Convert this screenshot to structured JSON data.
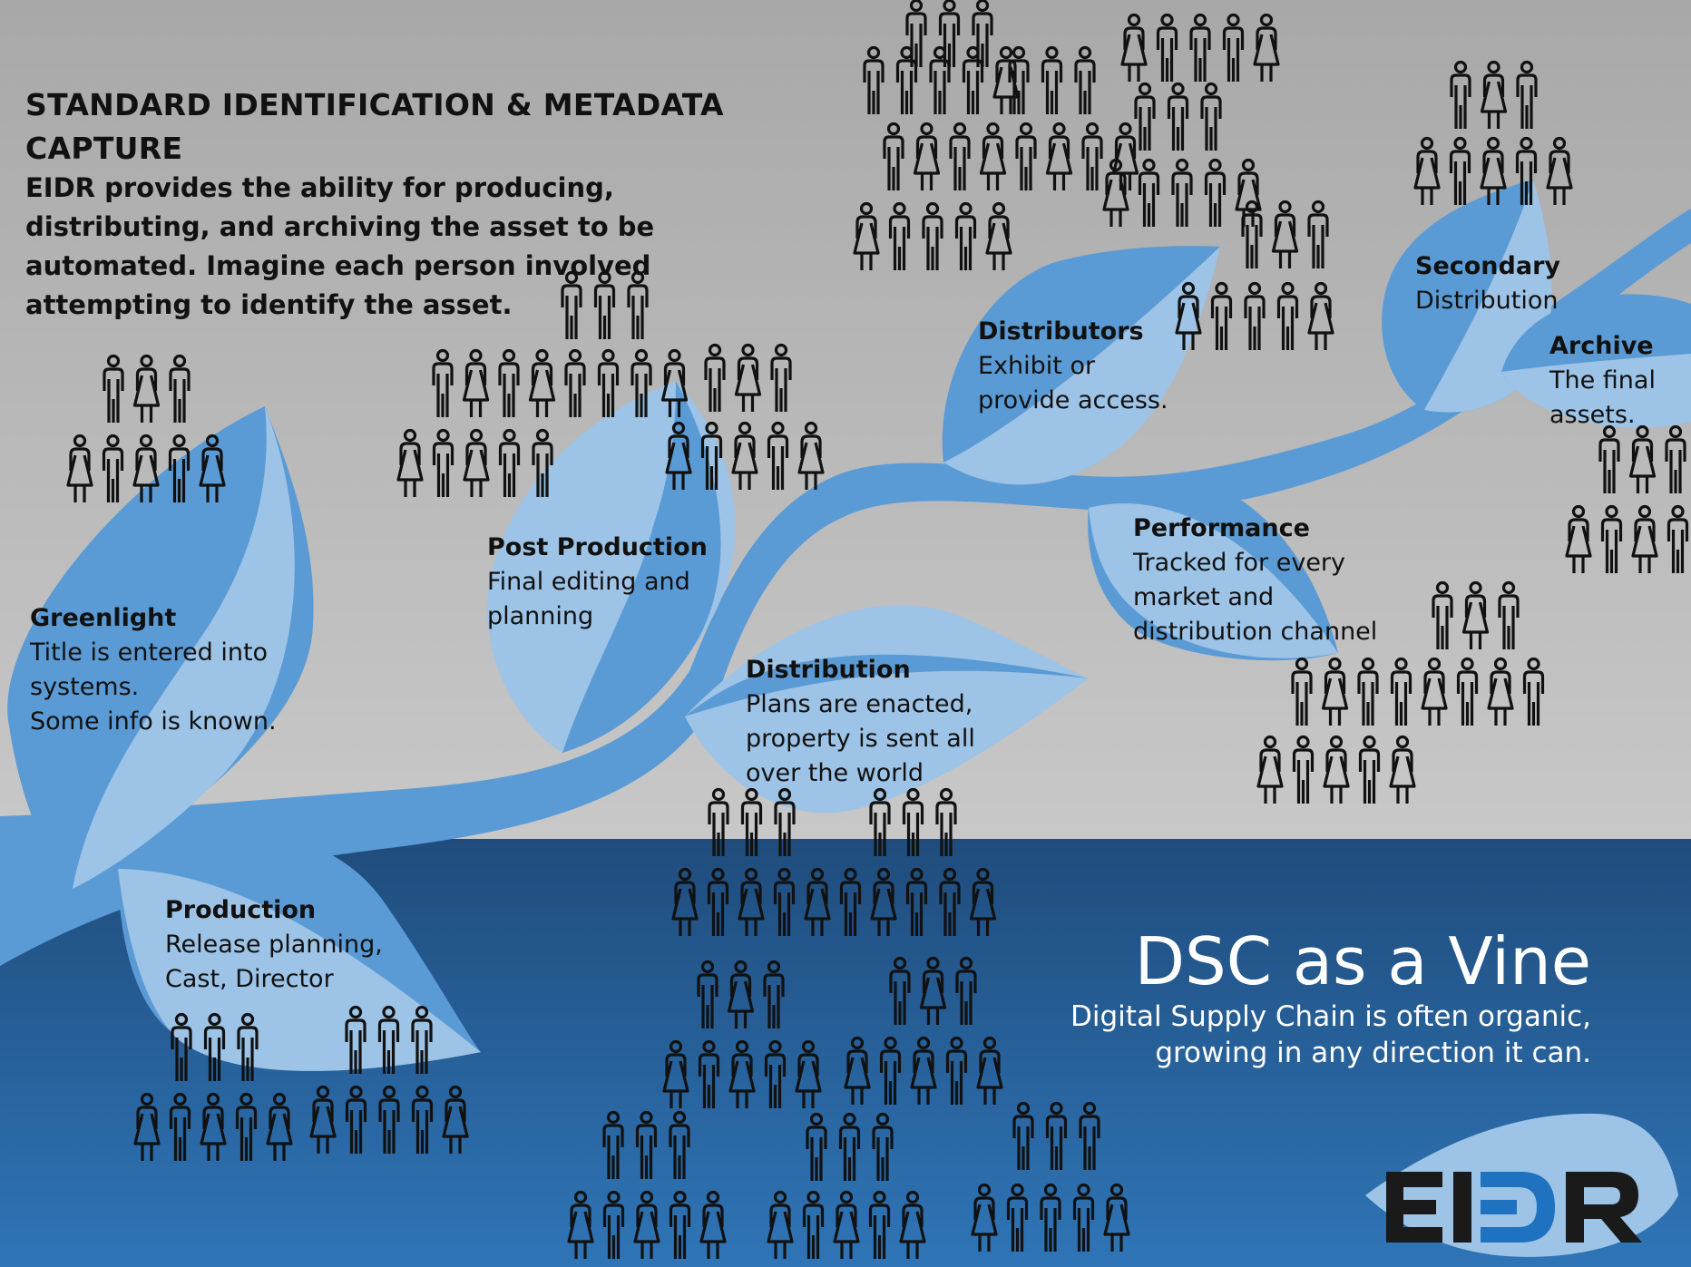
{
  "header": {
    "title": "STANDARD IDENTIFICATION & METADATA CAPTURE",
    "body": "EIDR provides the ability for producing, distributing, and archiving the asset to be automated. Imagine each person involved attempting to identify the asset."
  },
  "stages": [
    {
      "id": "greenlight",
      "title": "Greenlight",
      "desc": "Title is entered into\nsystems.\nSome info is known."
    },
    {
      "id": "production",
      "title": "Production",
      "desc": "Release planning,\nCast, Director"
    },
    {
      "id": "post-production",
      "title": "Post Production",
      "desc": "Final editing and\nplanning"
    },
    {
      "id": "distribution",
      "title": "Distribution",
      "desc": "Plans are enacted,\nproperty is sent all\nover the world"
    },
    {
      "id": "distributors",
      "title": "Distributors",
      "desc": "Exhibit or\nprovide access."
    },
    {
      "id": "performance",
      "title": "Performance",
      "desc": "Tracked for every\nmarket and\ndistribution channel"
    },
    {
      "id": "secondary",
      "title": "Secondary",
      "desc": "Distribution"
    },
    {
      "id": "archive",
      "title": "Archive",
      "desc": "The final\nassets."
    }
  ],
  "tagline": {
    "title": "DSC as a Vine",
    "subtitle": "Digital Supply Chain is often organic, growing in any direction it can."
  },
  "logo": {
    "text": "EIDR"
  },
  "colors": {
    "sky_top": "#a9a9a9",
    "sky_bottom": "#c4c4c4",
    "water_top": "#1f4d7e",
    "water_bottom": "#2f74b6",
    "vine": "#5b9bd5",
    "leaf_light": "#9dc3e6",
    "icon": "#111111",
    "logo_dark": "#1a1a1a",
    "logo_blue": "#1f72bf"
  }
}
